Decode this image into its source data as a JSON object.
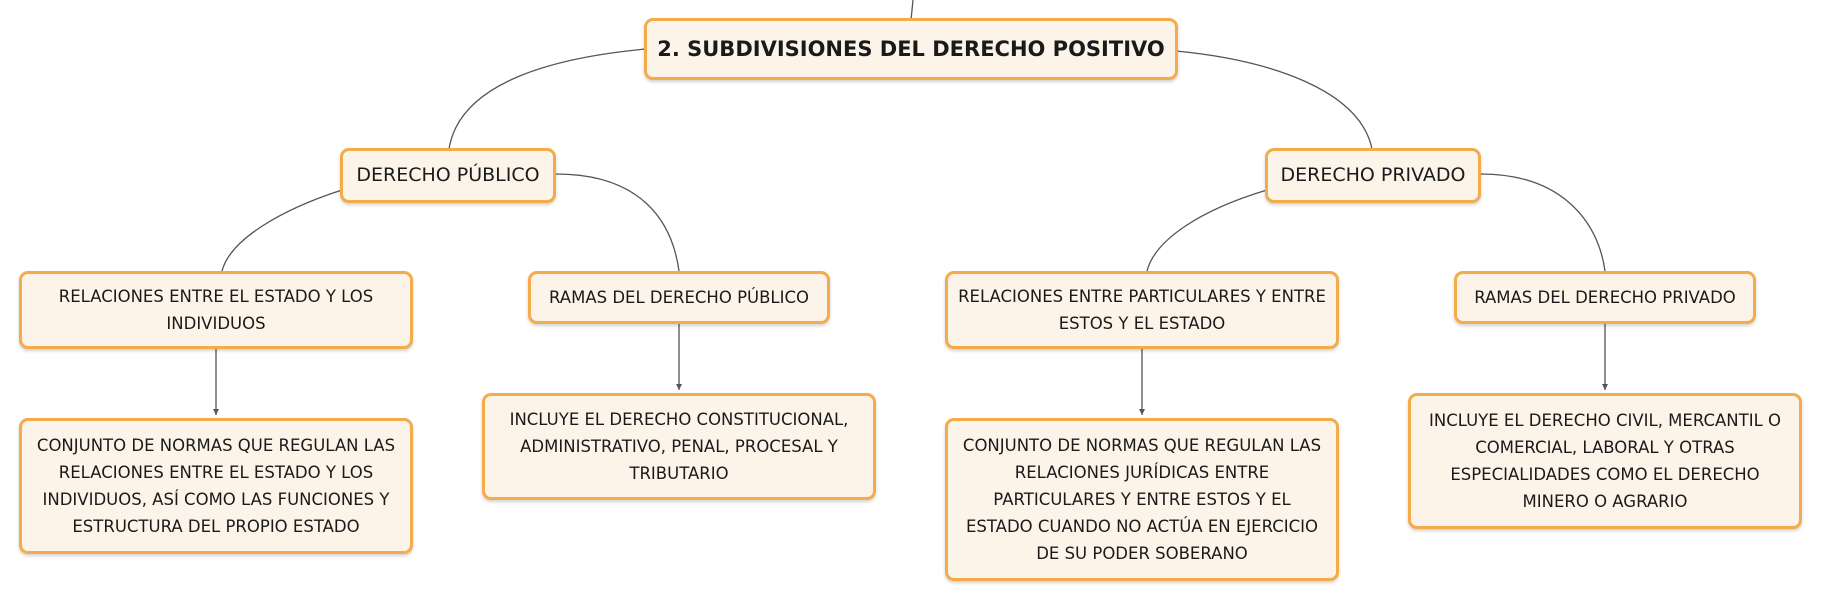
{
  "diagram": {
    "root": {
      "label": "2. SUBDIVISIONES DEL DERECHO POSITIVO"
    },
    "publico": {
      "label": "DERECHO PÚBLICO",
      "relaciones": "RELACIONES ENTRE EL ESTADO Y LOS INDIVIDUOS",
      "relaciones_detalle": "CONJUNTO DE NORMAS QUE REGULAN LAS RELACIONES ENTRE EL ESTADO Y LOS INDIVIDUOS, ASÍ COMO LAS FUNCIONES Y ESTRUCTURA DEL PROPIO ESTADO",
      "ramas": "RAMAS DEL DERECHO PÚBLICO",
      "ramas_detalle": "INCLUYE EL DERECHO CONSTITUCIONAL, ADMINISTRATIVO, PENAL, PROCESAL Y TRIBUTARIO"
    },
    "privado": {
      "label": "DERECHO PRIVADO",
      "relaciones": "RELACIONES ENTRE PARTICULARES Y ENTRE ESTOS Y EL ESTADO",
      "relaciones_detalle": "CONJUNTO DE NORMAS QUE REGULAN LAS RELACIONES JURÍDICAS ENTRE PARTICULARES Y ENTRE ESTOS Y EL ESTADO CUANDO NO ACTÚA EN EJERCICIO DE SU PODER SOBERANO",
      "ramas": "RAMAS DEL DERECHO PRIVADO",
      "ramas_detalle": "INCLUYE EL DERECHO CIVIL, MERCANTIL O COMERCIAL, LABORAL Y OTRAS ESPECIALIDADES COMO EL DERECHO MINERO O AGRARIO"
    },
    "colors": {
      "border": "#f4ab4a",
      "fill": "#fdf4e9",
      "line": "#555555"
    }
  }
}
